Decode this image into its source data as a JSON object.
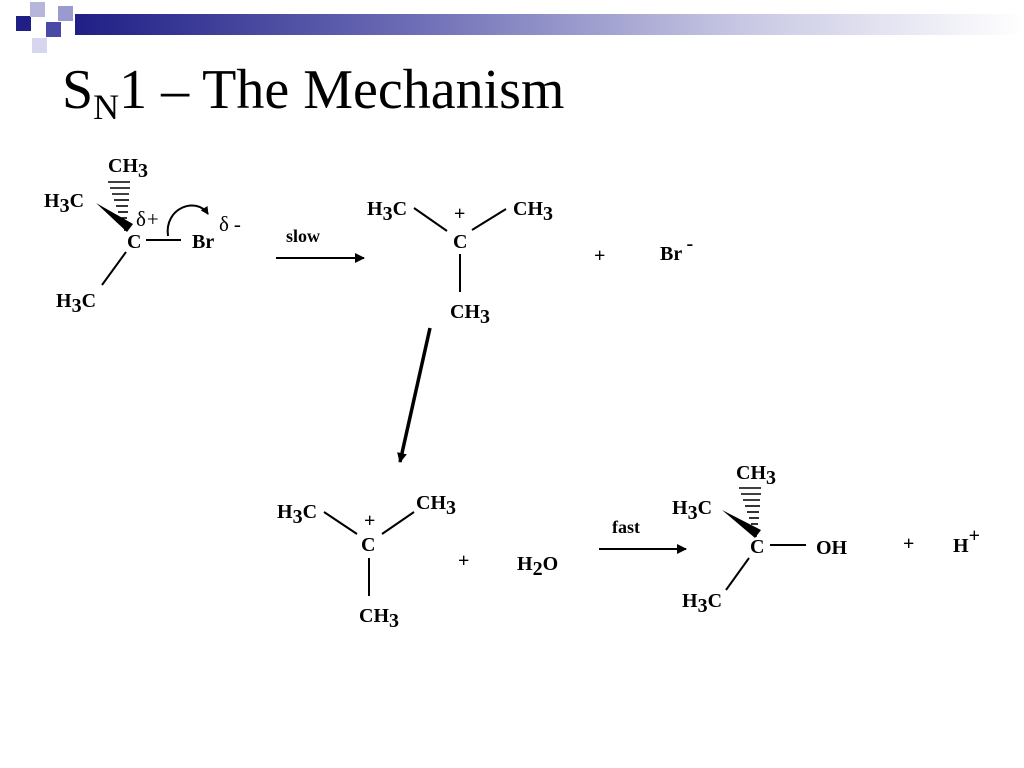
{
  "title": {
    "main": "S",
    "sub": "N",
    "rest": "1 – The Mechanism"
  },
  "atoms": {
    "C": "C",
    "CH": "CH",
    "H": "H",
    "Br": "Br",
    "OH": "OH",
    "O": "O",
    "three": "3",
    "two": "2",
    "plus": "+",
    "minus": "-"
  },
  "partial": {
    "delta": "δ",
    "plus": "+",
    "minus": "-"
  },
  "arrows": {
    "slow": "slow",
    "fast": "fast"
  },
  "colors": {
    "header_dark": "#1f1f86",
    "header_light": "#8f8fc9",
    "header_mid": "#3a3a9a"
  }
}
